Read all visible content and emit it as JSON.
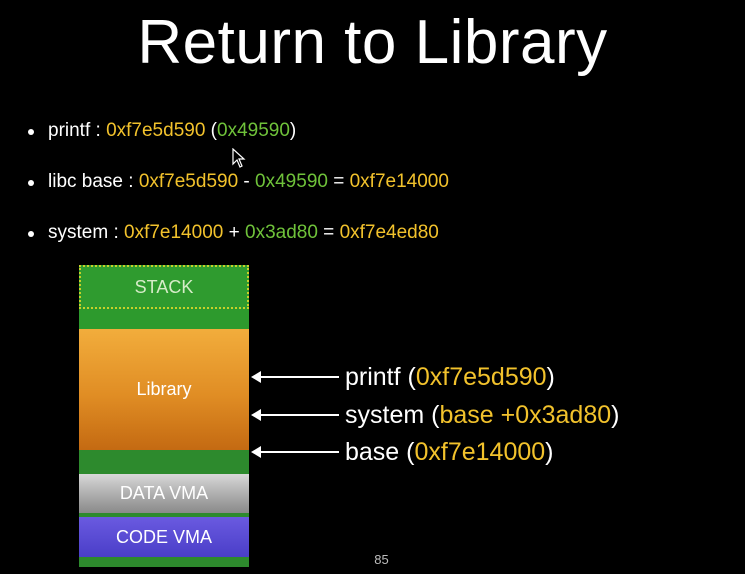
{
  "slide": {
    "title": "Return to Library",
    "page_number": "85"
  },
  "bullets": [
    {
      "label": "printf : ",
      "address": "0xf7e5d590",
      "open": " (",
      "offset": "0x49590",
      "close": ")"
    },
    {
      "label": "libc base : ",
      "address": "0xf7e5d590",
      "op": " - ",
      "offset": "0x49590",
      "eq": " = ",
      "result": "0xf7e14000"
    },
    {
      "label": "system : ",
      "address": "0xf7e14000",
      "op": " + ",
      "offset": "0x3ad80",
      "eq": " = ",
      "result": "0xf7e4ed80"
    }
  ],
  "memory": {
    "stack": "STACK",
    "library": "Library",
    "data": "DATA VMA",
    "code": "CODE VMA"
  },
  "pointers": [
    {
      "name": "printf (",
      "value": "0xf7e5d590",
      "close": ")"
    },
    {
      "name": "system (",
      "value": "base +0x3ad80",
      "close": ")"
    },
    {
      "name": "base (",
      "value": "0xf7e14000",
      "close": ")"
    }
  ],
  "colors": {
    "background": "#000000",
    "address": "#f2c22c",
    "offset": "#6fc23a",
    "stack": "#2f9b2f",
    "library": "#e08d24",
    "data": "#a8a8a8",
    "code": "#4a3ec8"
  },
  "icons": {
    "cursor": "mouse-pointer-icon"
  }
}
